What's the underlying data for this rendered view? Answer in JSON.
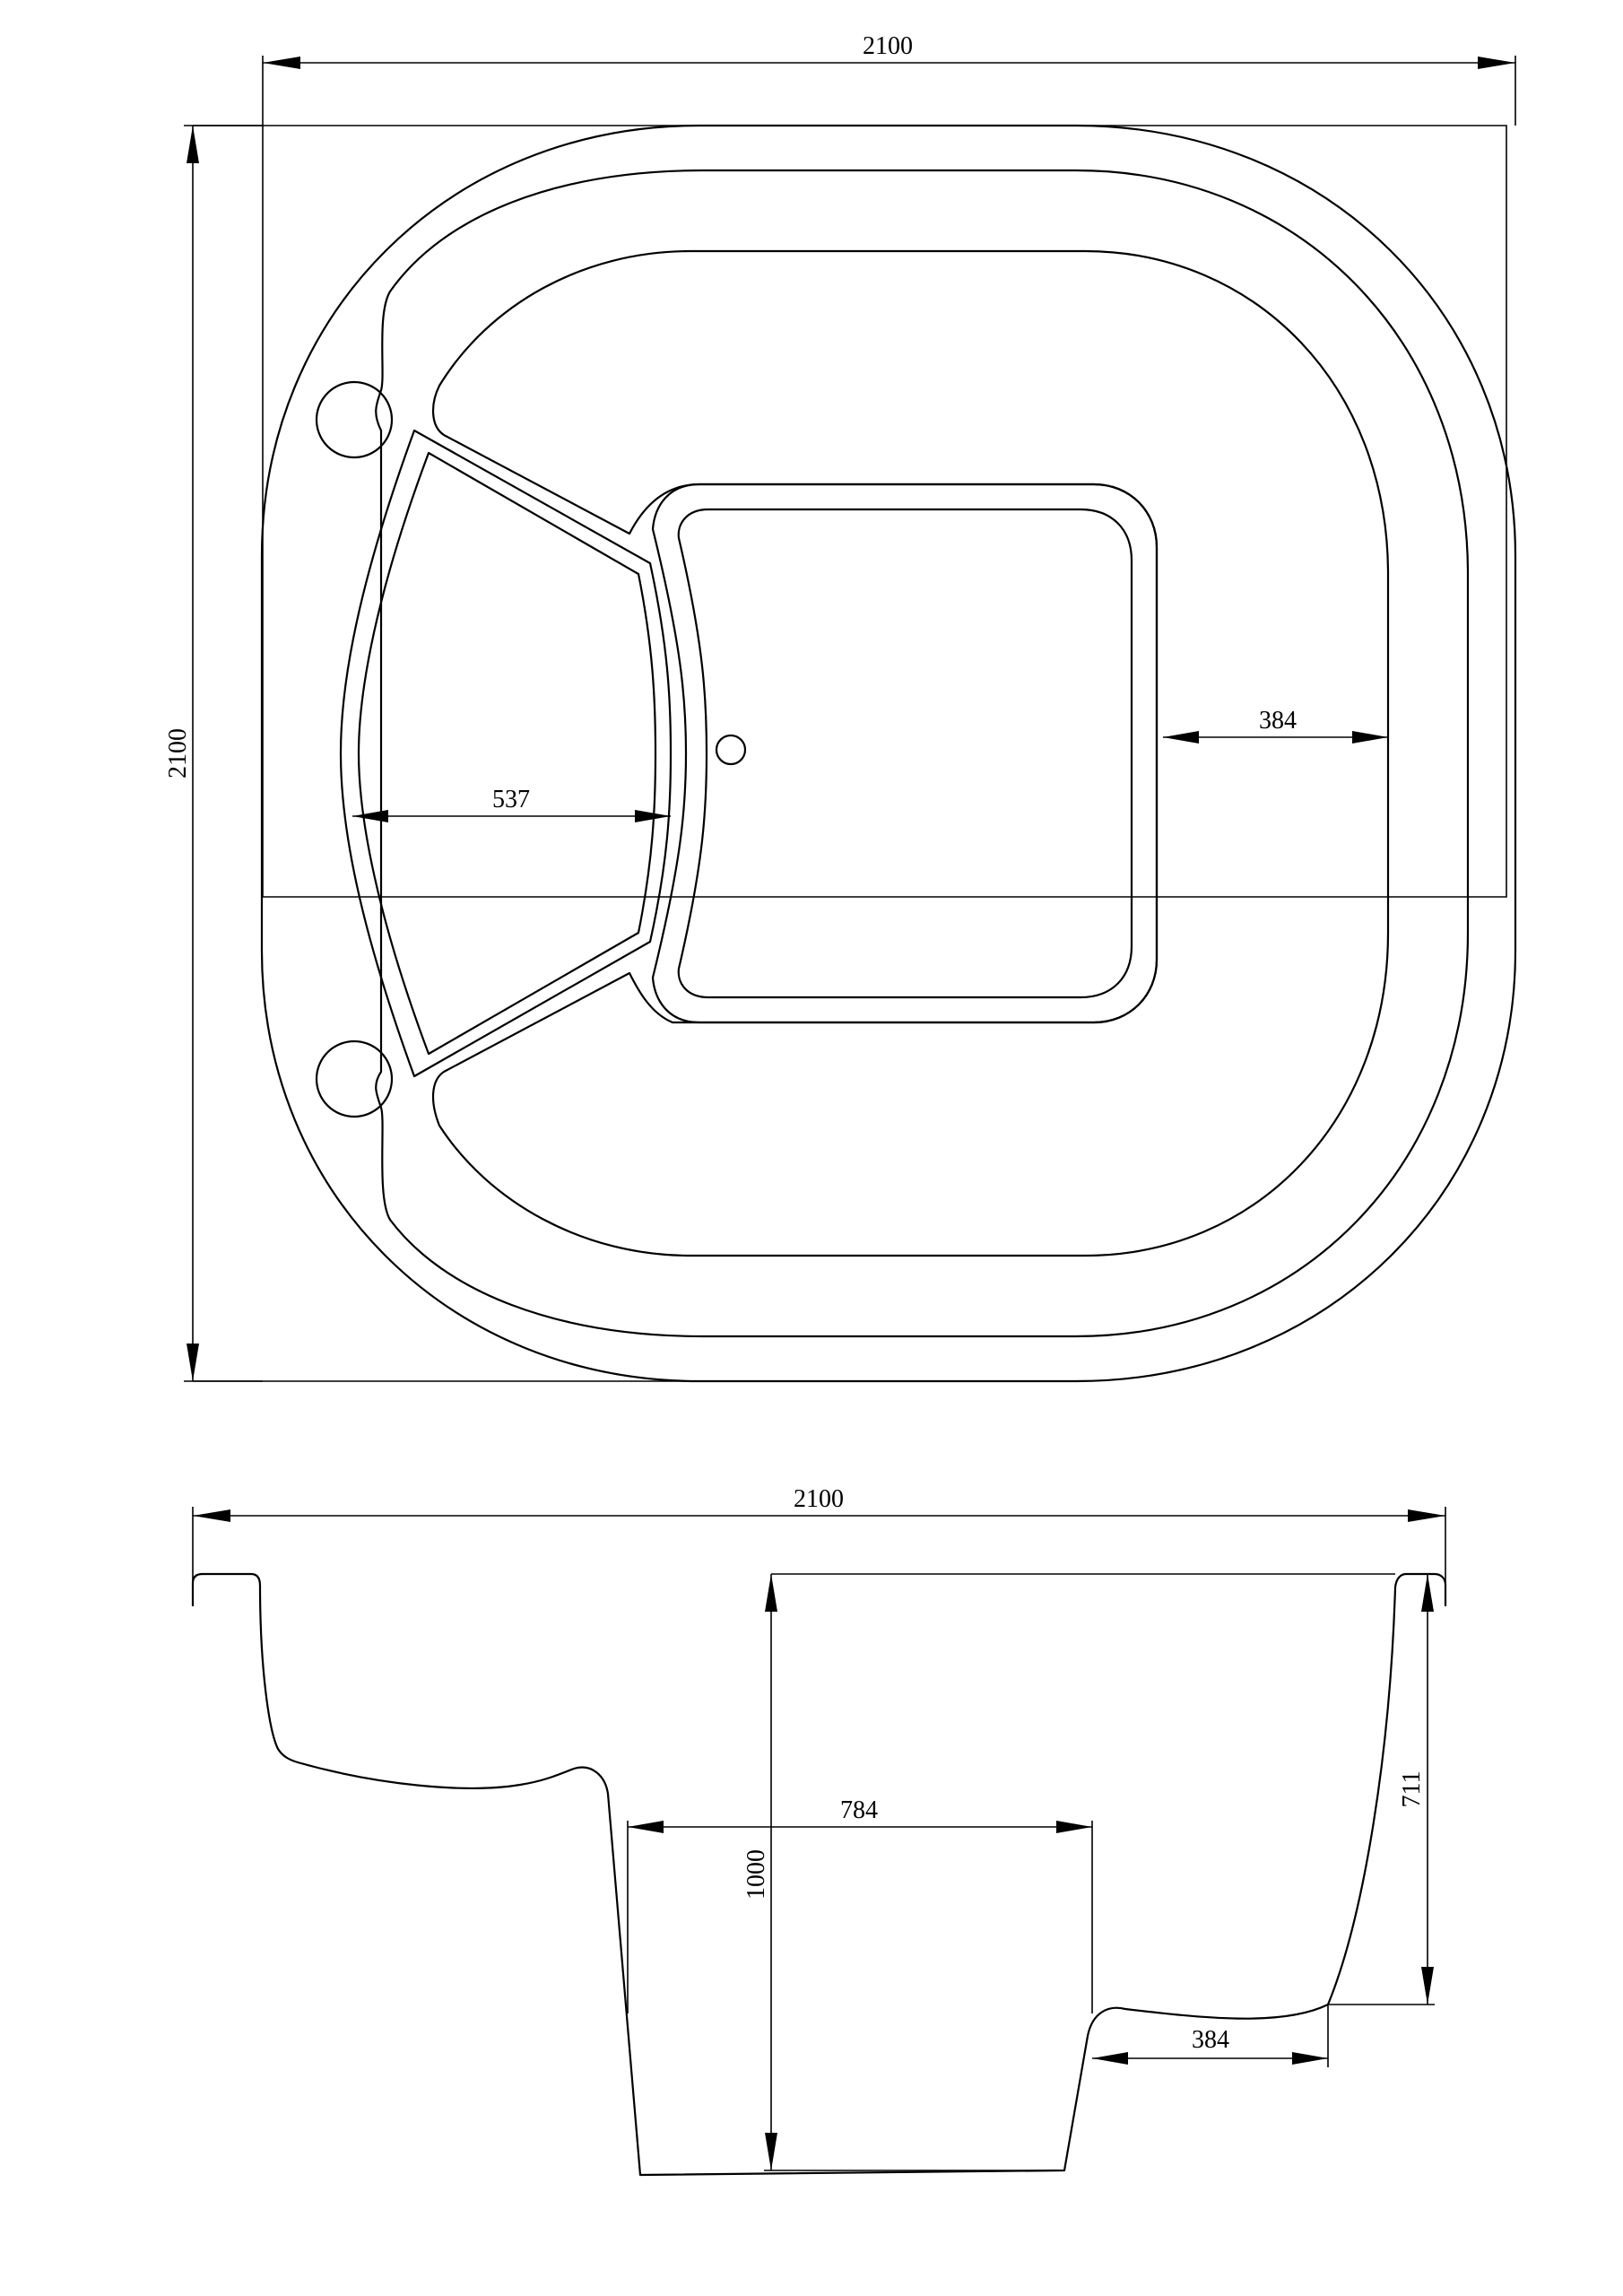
{
  "plan_view": {
    "overall_width_label": "2100",
    "overall_depth_label": "2100",
    "seat_depth_label": "537",
    "ledge_width_label": "384"
  },
  "section_view": {
    "overall_width_label": "2100",
    "footwell_width_label": "784",
    "total_depth_label": "1000",
    "seat_height_label": "711",
    "ledge_width_label": "384"
  }
}
